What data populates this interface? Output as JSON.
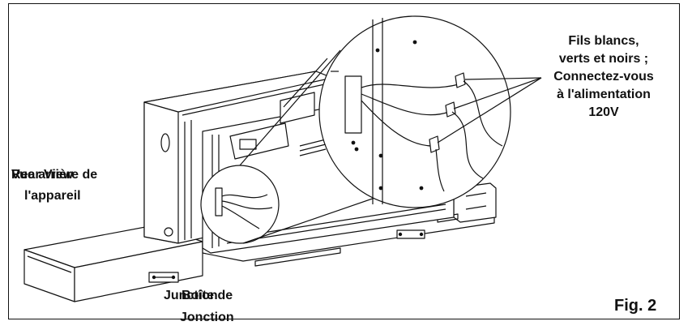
{
  "labels": {
    "wires": [
      "Fils blancs,",
      "verts et noirs ;",
      "Connectez-vous",
      "à l'alimentation",
      "120V"
    ],
    "rear_view_overlap": "Vue arrière de",
    "rear_view_overlap_b": "Rear View",
    "rear_view_line2": "l'appareil",
    "junction_overlap": "Junction",
    "junction_overlap_b": "Boîte de",
    "junction_line2": "Jonction",
    "figure": "Fig. 2"
  },
  "colors": {
    "line": "#111111",
    "background": "#ffffff"
  }
}
